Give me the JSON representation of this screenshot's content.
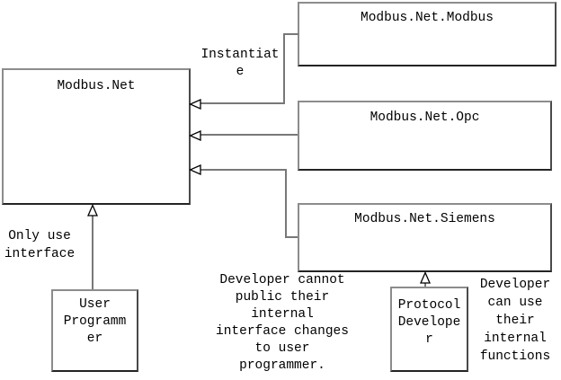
{
  "diagram": {
    "boxes": {
      "modbus_net": {
        "label": "Modbus.Net"
      },
      "modbus_net_modbus": {
        "label": "Modbus.Net.Modbus"
      },
      "modbus_net_opc": {
        "label": "Modbus.Net.Opc"
      },
      "modbus_net_siemens": {
        "label": "Modbus.Net.Siemens"
      },
      "user_programmer": {
        "label": "User Programmer"
      },
      "protocol_developer": {
        "label": "Protocol Developer"
      }
    },
    "annotations": {
      "instantiate": {
        "text": "Instantiate"
      },
      "only_use_interface": {
        "text": "Only use interface"
      },
      "developer_cannot": {
        "text": "Developer cannot public their internal interface changes to user programmer."
      },
      "developer_can": {
        "text": "Developer can use their internal functions"
      }
    },
    "edges": [
      {
        "from": "Modbus.Net.Modbus",
        "to": "Modbus.Net",
        "arrowhead": "hollow-triangle",
        "label": "Instantiate"
      },
      {
        "from": "Modbus.Net.Opc",
        "to": "Modbus.Net",
        "arrowhead": "hollow-triangle",
        "label": ""
      },
      {
        "from": "Modbus.Net.Siemens",
        "to": "Modbus.Net",
        "arrowhead": "hollow-triangle",
        "label": ""
      },
      {
        "from": "User Programmer",
        "to": "Modbus.Net",
        "arrowhead": "hollow-triangle",
        "label": "Only use interface"
      },
      {
        "from": "Protocol Developer",
        "to": "Modbus.Net.Siemens",
        "arrowhead": "hollow-triangle",
        "label": ""
      }
    ],
    "colors": {
      "background": "#ffffff",
      "line": "#787878",
      "box_border": "#8c8c8c",
      "arrowhead_stroke": "#000000",
      "text": "#000000"
    }
  }
}
